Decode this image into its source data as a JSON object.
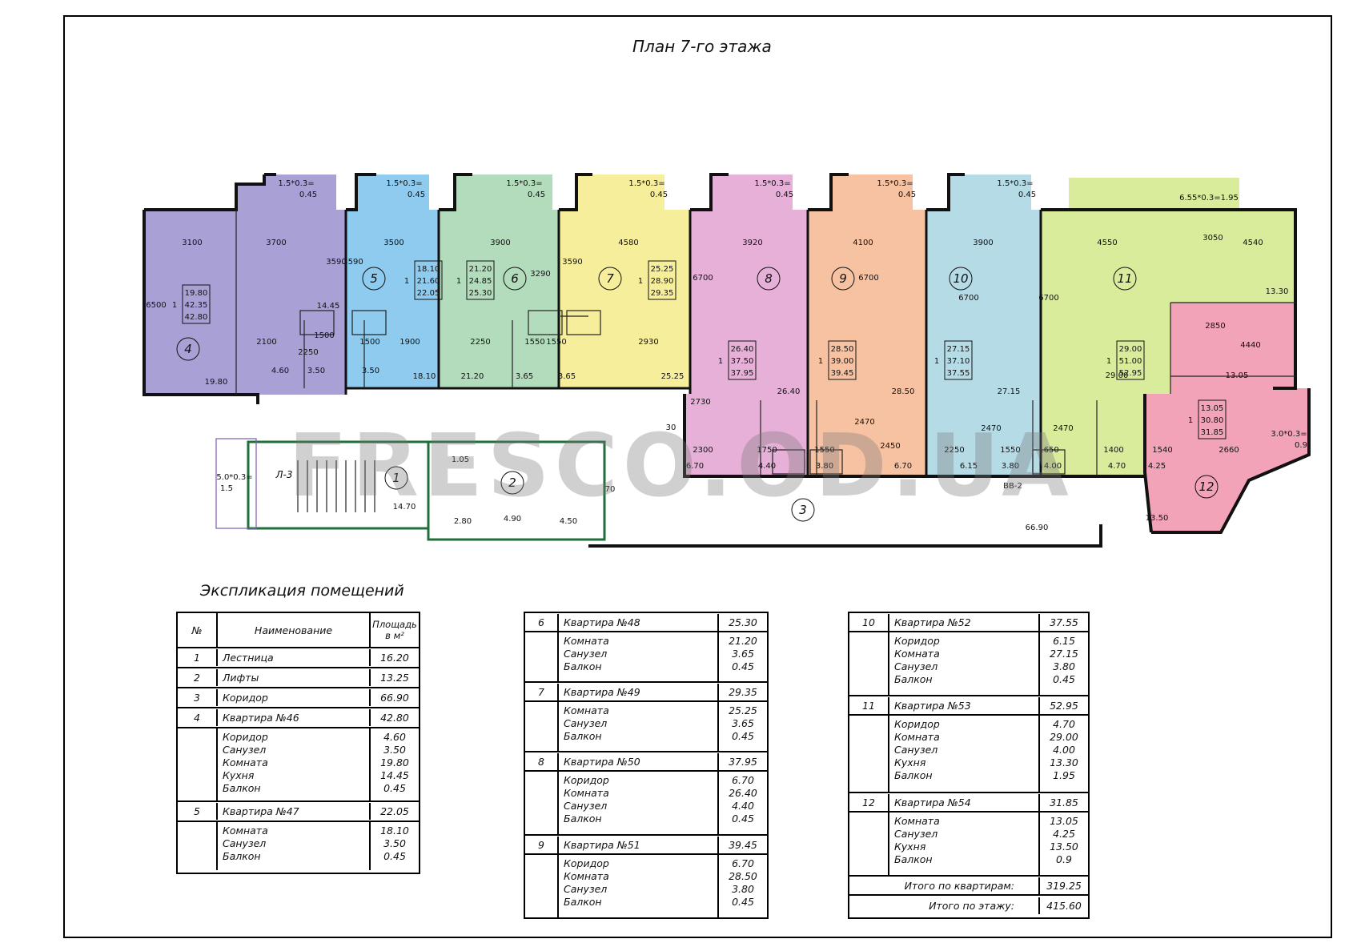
{
  "title": "План 7-го этажа",
  "watermark": "FRESCO.OD.UA",
  "colors": {
    "apt4": "#a9a1d6",
    "apt5": "#8ecbef",
    "apt6": "#b3dcbc",
    "apt7": "#f7ee9c",
    "apt8": "#e6b0d8",
    "apt9": "#f7c2a2",
    "apt10": "#b5dbe6",
    "apt11": "#d8ec9c",
    "apt12": "#f2a3b8"
  },
  "apartments": [
    {
      "no": "4",
      "areas": [
        "19.80",
        "42.35",
        "42.80"
      ],
      "labels": [
        "3100",
        "3700",
        "6500",
        "2100",
        "3590",
        "14.45",
        "19.80",
        "4.60",
        "3.50",
        "1500",
        "2250"
      ],
      "balcony": [
        "1.5*0.3=",
        "0.45"
      ]
    },
    {
      "no": "5",
      "areas": [
        "18.10",
        "21.60",
        "22.05"
      ],
      "labels": [
        "3500",
        "3590",
        "1500",
        "1900",
        "18.10",
        "3.50"
      ],
      "balcony": [
        "1.5*0.3=",
        "0.45"
      ]
    },
    {
      "no": "6",
      "areas": [
        "21.20",
        "24.85",
        "25.30"
      ],
      "labels": [
        "3900",
        "3290",
        "2250",
        "1550",
        "21.20",
        "3.65"
      ],
      "balcony": [
        "1.5*0.3=",
        "0.45"
      ]
    },
    {
      "no": "7",
      "areas": [
        "25.25",
        "28.90",
        "29.35"
      ],
      "labels": [
        "4580",
        "3590",
        "1550",
        "2930",
        "25.25",
        "3.65"
      ],
      "balcony": [
        "1.5*0.3=",
        "0.45"
      ]
    },
    {
      "no": "8",
      "areas": [
        "26.40",
        "37.50",
        "37.95"
      ],
      "labels": [
        "3920",
        "6700",
        "2730",
        "2300",
        "1750",
        "26.40",
        "6.70",
        "4.40"
      ],
      "balcony": [
        "1.5*0.3=",
        "0.45"
      ]
    },
    {
      "no": "9",
      "areas": [
        "28.50",
        "39.00",
        "39.45"
      ],
      "labels": [
        "4100",
        "6700",
        "1550",
        "2470",
        "2450",
        "28.50",
        "3.80",
        "6.70"
      ],
      "balcony": [
        "1.5*0.3=",
        "0.45"
      ]
    },
    {
      "no": "10",
      "areas": [
        "27.15",
        "37.10",
        "37.55"
      ],
      "labels": [
        "3900",
        "6700",
        "2250",
        "2470",
        "1550",
        "27.15",
        "6.15",
        "3.80"
      ],
      "balcony": [
        "1.5*0.3=",
        "0.45"
      ]
    },
    {
      "no": "11",
      "areas": [
        "29.00",
        "51.00",
        "52.95"
      ],
      "labels": [
        "4550",
        "3050",
        "4540",
        "6700",
        "13.30",
        "29.00",
        "1650",
        "2470",
        "1400",
        "4.00",
        "4.70"
      ],
      "balcony": [
        "6.55*0.3=1.95"
      ]
    },
    {
      "no": "12",
      "areas": [
        "13.05",
        "30.80",
        "31.85"
      ],
      "labels": [
        "2850",
        "4440",
        "13.05",
        "1540",
        "2660",
        "4.25",
        "13.50"
      ],
      "balcony": [
        "3.0*0.3=",
        "0.9"
      ]
    }
  ],
  "common": {
    "r1": "1",
    "r2": "2",
    "r3": "3",
    "stair_label": "Л-3",
    "a1": "14.70",
    "lift1": "1.05",
    "lift2": "2.80",
    "lift3": "4.90",
    "lift4": "4.50",
    "corr_area": "66.90",
    "vv": "ВВ-2",
    "v70": "70",
    "v30": "30",
    "ext": [
      "5.0*0.3=",
      "1.5"
    ],
    "one": "1"
  },
  "explication": {
    "title": "Экспликация помещений",
    "headers": {
      "no": "№",
      "name": "Наименование",
      "area": "Площадь в м²"
    },
    "rows": [
      {
        "no": "1",
        "name": "Лестница",
        "area": "16.20"
      },
      {
        "no": "2",
        "name": "Лифты",
        "area": "13.25"
      },
      {
        "no": "3",
        "name": "Коридор",
        "area": "66.90"
      },
      {
        "no": "4",
        "name": "Квартира №46",
        "area": "42.80",
        "sub": [
          [
            "Коридор",
            "4.60"
          ],
          [
            "Санузел",
            "3.50"
          ],
          [
            "Комната",
            "19.80"
          ],
          [
            "Кухня",
            "14.45"
          ],
          [
            "Балкон",
            "0.45"
          ]
        ]
      },
      {
        "no": "5",
        "name": "Квартира №47",
        "area": "22.05",
        "sub": [
          [
            "Комната",
            "18.10"
          ],
          [
            "Санузел",
            "3.50"
          ],
          [
            "Балкон",
            "0.45"
          ]
        ]
      }
    ],
    "rows2": [
      {
        "no": "6",
        "name": "Квартира №48",
        "area": "25.30",
        "sub": [
          [
            "Комната",
            "21.20"
          ],
          [
            "Санузел",
            "3.65"
          ],
          [
            "Балкон",
            "0.45"
          ]
        ]
      },
      {
        "no": "7",
        "name": "Квартира №49",
        "area": "29.35",
        "sub": [
          [
            "Комната",
            "25.25"
          ],
          [
            "Санузел",
            "3.65"
          ],
          [
            "Балкон",
            "0.45"
          ]
        ]
      },
      {
        "no": "8",
        "name": "Квартира №50",
        "area": "37.95",
        "sub": [
          [
            "Коридор",
            "6.70"
          ],
          [
            "Комната",
            "26.40"
          ],
          [
            "Санузел",
            "4.40"
          ],
          [
            "Балкон",
            "0.45"
          ]
        ]
      },
      {
        "no": "9",
        "name": "Квартира №51",
        "area": "39.45",
        "sub": [
          [
            "Коридор",
            "6.70"
          ],
          [
            "Комната",
            "28.50"
          ],
          [
            "Санузел",
            "3.80"
          ],
          [
            "Балкон",
            "0.45"
          ]
        ]
      }
    ],
    "rows3": [
      {
        "no": "10",
        "name": "Квартира №52",
        "area": "37.55",
        "sub": [
          [
            "Коридор",
            "6.15"
          ],
          [
            "Комната",
            "27.15"
          ],
          [
            "Санузел",
            "3.80"
          ],
          [
            "Балкон",
            "0.45"
          ]
        ]
      },
      {
        "no": "11",
        "name": "Квартира №53",
        "area": "52.95",
        "sub": [
          [
            "Коридор",
            "4.70"
          ],
          [
            "Комната",
            "29.00"
          ],
          [
            "Санузел",
            "4.00"
          ],
          [
            "Кухня",
            "13.30"
          ],
          [
            "Балкон",
            "1.95"
          ]
        ]
      },
      {
        "no": "12",
        "name": "Квартира №54",
        "area": "31.85",
        "sub": [
          [
            "Комната",
            "13.05"
          ],
          [
            "Санузел",
            "4.25"
          ],
          [
            "Кухня",
            "13.50"
          ],
          [
            "Балкон",
            "0.9"
          ]
        ]
      }
    ],
    "totals": [
      {
        "label": "Итого по квартирам:",
        "value": "319.25"
      },
      {
        "label": "Итого по этажу:",
        "value": "415.60"
      }
    ]
  }
}
